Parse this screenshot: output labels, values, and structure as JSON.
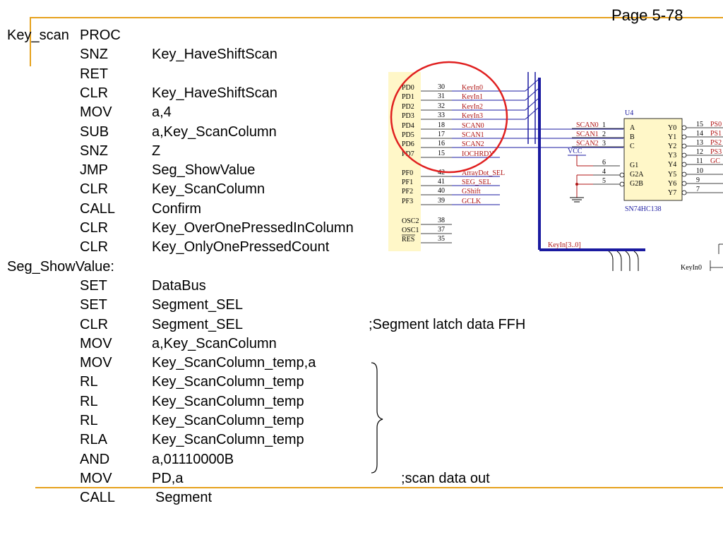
{
  "page": "Page 5-78",
  "code_lines": [
    {
      "label": "Key_scan",
      "op": "PROC",
      "arg": "",
      "comment": ""
    },
    {
      "label": "",
      "op": "SNZ",
      "arg": "Key_HaveShiftScan",
      "comment": ""
    },
    {
      "label": "",
      "op": "RET",
      "arg": "",
      "comment": ""
    },
    {
      "label": "",
      "op": "CLR",
      "arg": "Key_HaveShiftScan",
      "comment": ""
    },
    {
      "label": "",
      "op": "MOV",
      "arg": "a,4",
      "comment": ""
    },
    {
      "label": "",
      "op": "SUB",
      "arg": "a,Key_ScanColumn",
      "comment": ""
    },
    {
      "label": "",
      "op": "SNZ",
      "arg": "Z",
      "comment": ""
    },
    {
      "label": "",
      "op": "JMP",
      "arg": "Seg_ShowValue",
      "comment": ""
    },
    {
      "label": "",
      "op": "CLR",
      "arg": "Key_ScanColumn",
      "comment": ""
    },
    {
      "label": "",
      "op": "CALL",
      "arg": "Confirm",
      "comment": ""
    },
    {
      "label": "",
      "op": "CLR",
      "arg": "Key_OverOnePressedInColumn",
      "comment": ""
    },
    {
      "label": "",
      "op": "CLR",
      "arg": "Key_OnlyOnePressedCount",
      "comment": ""
    },
    {
      "label": "Seg_ShowValue:",
      "op": "",
      "arg": "",
      "comment": ""
    },
    {
      "label": "",
      "op": "SET",
      "arg": "DataBus",
      "comment": ""
    },
    {
      "label": "",
      "op": "SET",
      "arg": "Segment_SEL",
      "comment": ""
    },
    {
      "label": "",
      "op": "CLR",
      "arg": "Segment_SEL",
      "comment": ";Segment latch data FFH"
    },
    {
      "label": "",
      "op": "MOV",
      "arg": "a,Key_ScanColumn",
      "comment": ""
    },
    {
      "label": "",
      "op": "MOV",
      "arg": "Key_ScanColumn_temp,a",
      "comment": ""
    },
    {
      "label": "",
      "op": "RL",
      "arg": "Key_ScanColumn_temp",
      "comment": ""
    },
    {
      "label": "",
      "op": "RL",
      "arg": "Key_ScanColumn_temp",
      "comment": ""
    },
    {
      "label": "",
      "op": "RL",
      "arg": "Key_ScanColumn_temp",
      "comment": ""
    },
    {
      "label": "",
      "op": "RLA",
      "arg": "Key_ScanColumn_temp",
      "comment": ""
    },
    {
      "label": "",
      "op": "AND",
      "arg": "a,01110000B",
      "comment": ""
    },
    {
      "label": "",
      "op": "MOV",
      "arg": "PD,a",
      "comment": ";scan data out"
    },
    {
      "label": "",
      "op": "CALL",
      "arg": "Segment",
      "comment": ""
    }
  ],
  "schematic": {
    "mcu_pins": [
      "PD0",
      "PD1",
      "PD2",
      "PD3",
      "PD4",
      "PD5",
      "PD6",
      "PD7",
      "PF0",
      "PF1",
      "PF2",
      "PF3",
      "OSC2",
      "OSC1",
      "RES"
    ],
    "mcu_pin_numbers": [
      "30",
      "31",
      "32",
      "33",
      "18",
      "17",
      "16",
      "15",
      "42",
      "41",
      "40",
      "39",
      "38",
      "37",
      "35"
    ],
    "mcu_nets": [
      "KeyIn0",
      "KeyIn1",
      "KeyIn2",
      "KeyIn3",
      "SCAN0",
      "SCAN1",
      "SCAN2",
      "IOCHRDY",
      "ArrayDot_SEL",
      "SEG_SEL",
      "GShift",
      "GCLK",
      "",
      "",
      ""
    ],
    "decoder_ref": "U4",
    "decoder_part": "SN74HC138",
    "decoder_in_nets": [
      "SCAN0",
      "SCAN1",
      "SCAN2"
    ],
    "decoder_in_pin_nums": [
      "1",
      "2",
      "3",
      "6",
      "4",
      "5"
    ],
    "decoder_in_pins": [
      "A",
      "B",
      "C",
      "G1",
      "G2A",
      "G2B"
    ],
    "decoder_out_pins": [
      "Y0",
      "Y1",
      "Y2",
      "Y3",
      "Y4",
      "Y5",
      "Y6",
      "Y7"
    ],
    "decoder_out_pin_nums": [
      "15",
      "14",
      "13",
      "12",
      "11",
      "10",
      "9",
      "7"
    ],
    "decoder_out_nets": [
      "PS0",
      "PS1",
      "PS2",
      "PS3",
      "GC",
      ""
    ],
    "vcc_label": "VCC",
    "bus_label": "KeyIn[3..0]",
    "right_net": "KeyIn0"
  },
  "colors": {
    "accent_rule": "#e6a11d",
    "highlight_circle": "#e02020",
    "wire_blue": "#1a1aa0",
    "net_red": "#b01515",
    "chip_fill": "#fff7c8"
  }
}
